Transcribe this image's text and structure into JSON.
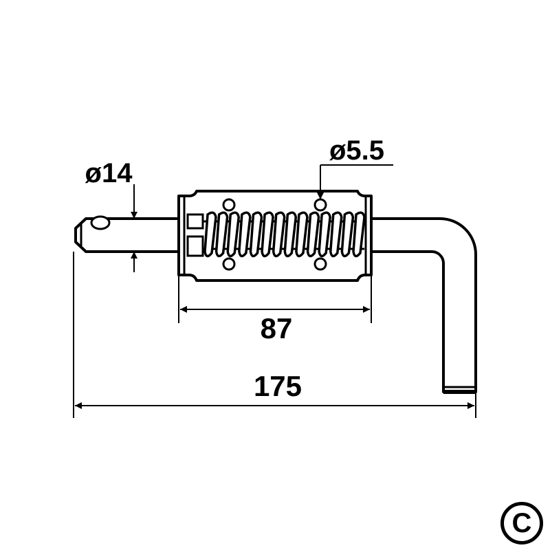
{
  "dimensions": {
    "pin_diameter": "ø14",
    "spring_wire_diameter": "ø5.5",
    "housing_length": "87",
    "overall_length": "175"
  },
  "copyright_symbol": "C",
  "colors": {
    "line": "#000000",
    "background": "#ffffff"
  }
}
